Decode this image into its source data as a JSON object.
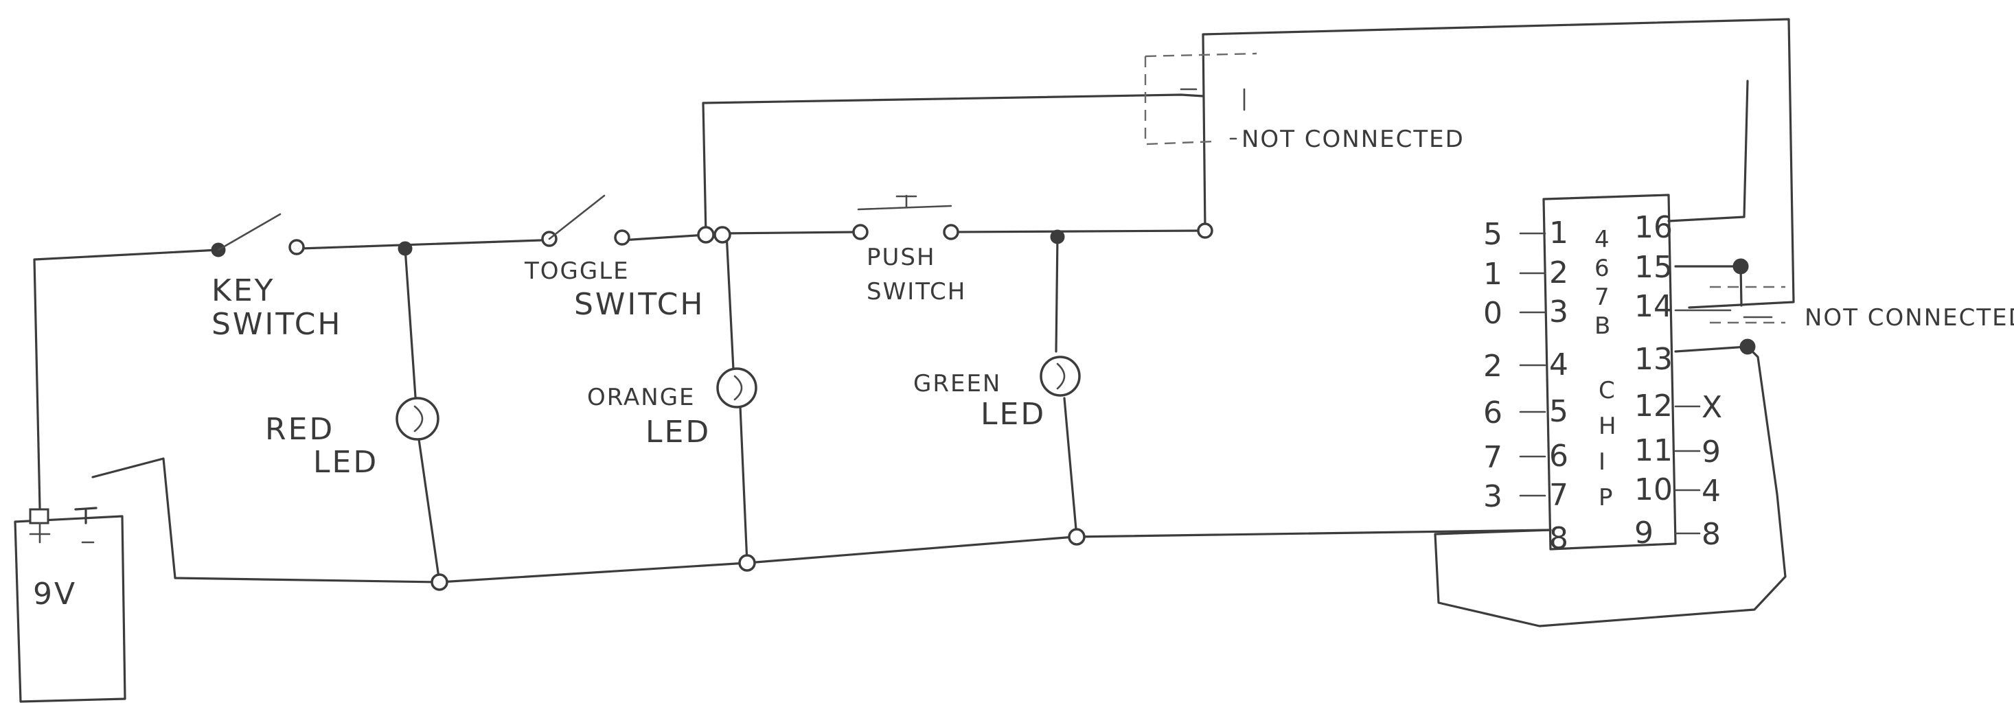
{
  "battery": {
    "voltage": "9V",
    "plus": "+",
    "minus": "-"
  },
  "labels": {
    "key_switch_1": "KEY",
    "key_switch_2": "SWITCH",
    "toggle_switch_1": "TOGGLE",
    "toggle_switch_2": "SWITCH",
    "push_switch_1": "PUSH",
    "push_switch_2": "SWITCH",
    "red_led_1": "RED",
    "red_led_2": "LED",
    "orange_led_1": "ORANGE",
    "orange_led_2": "LED",
    "green_led_1": "GREEN",
    "green_led_2": "LED",
    "not_connected_top": "NOT CONNECTED",
    "not_connected_right": "NOT CONNECTED"
  },
  "chip": {
    "title_letters": [
      "C",
      "H",
      "I",
      "P"
    ],
    "inner_digits": [
      "4",
      "6",
      "7",
      "B"
    ],
    "left_pins": [
      {
        "num": "1",
        "outer": "5"
      },
      {
        "num": "2",
        "outer": "1"
      },
      {
        "num": "3",
        "outer": "0"
      },
      {
        "num": "4",
        "outer": "2"
      },
      {
        "num": "5",
        "outer": "6"
      },
      {
        "num": "6",
        "outer": "7"
      },
      {
        "num": "7",
        "outer": "3"
      },
      {
        "num": "8",
        "outer": ""
      }
    ],
    "right_pins": [
      {
        "num": "16",
        "outer": ""
      },
      {
        "num": "15",
        "outer": ""
      },
      {
        "num": "14",
        "outer": ""
      },
      {
        "num": "13",
        "outer": ""
      },
      {
        "num": "12",
        "outer": "X"
      },
      {
        "num": "11",
        "outer": "9"
      },
      {
        "num": "10",
        "outer": "4"
      },
      {
        "num": "9",
        "outer": "8"
      }
    ]
  }
}
